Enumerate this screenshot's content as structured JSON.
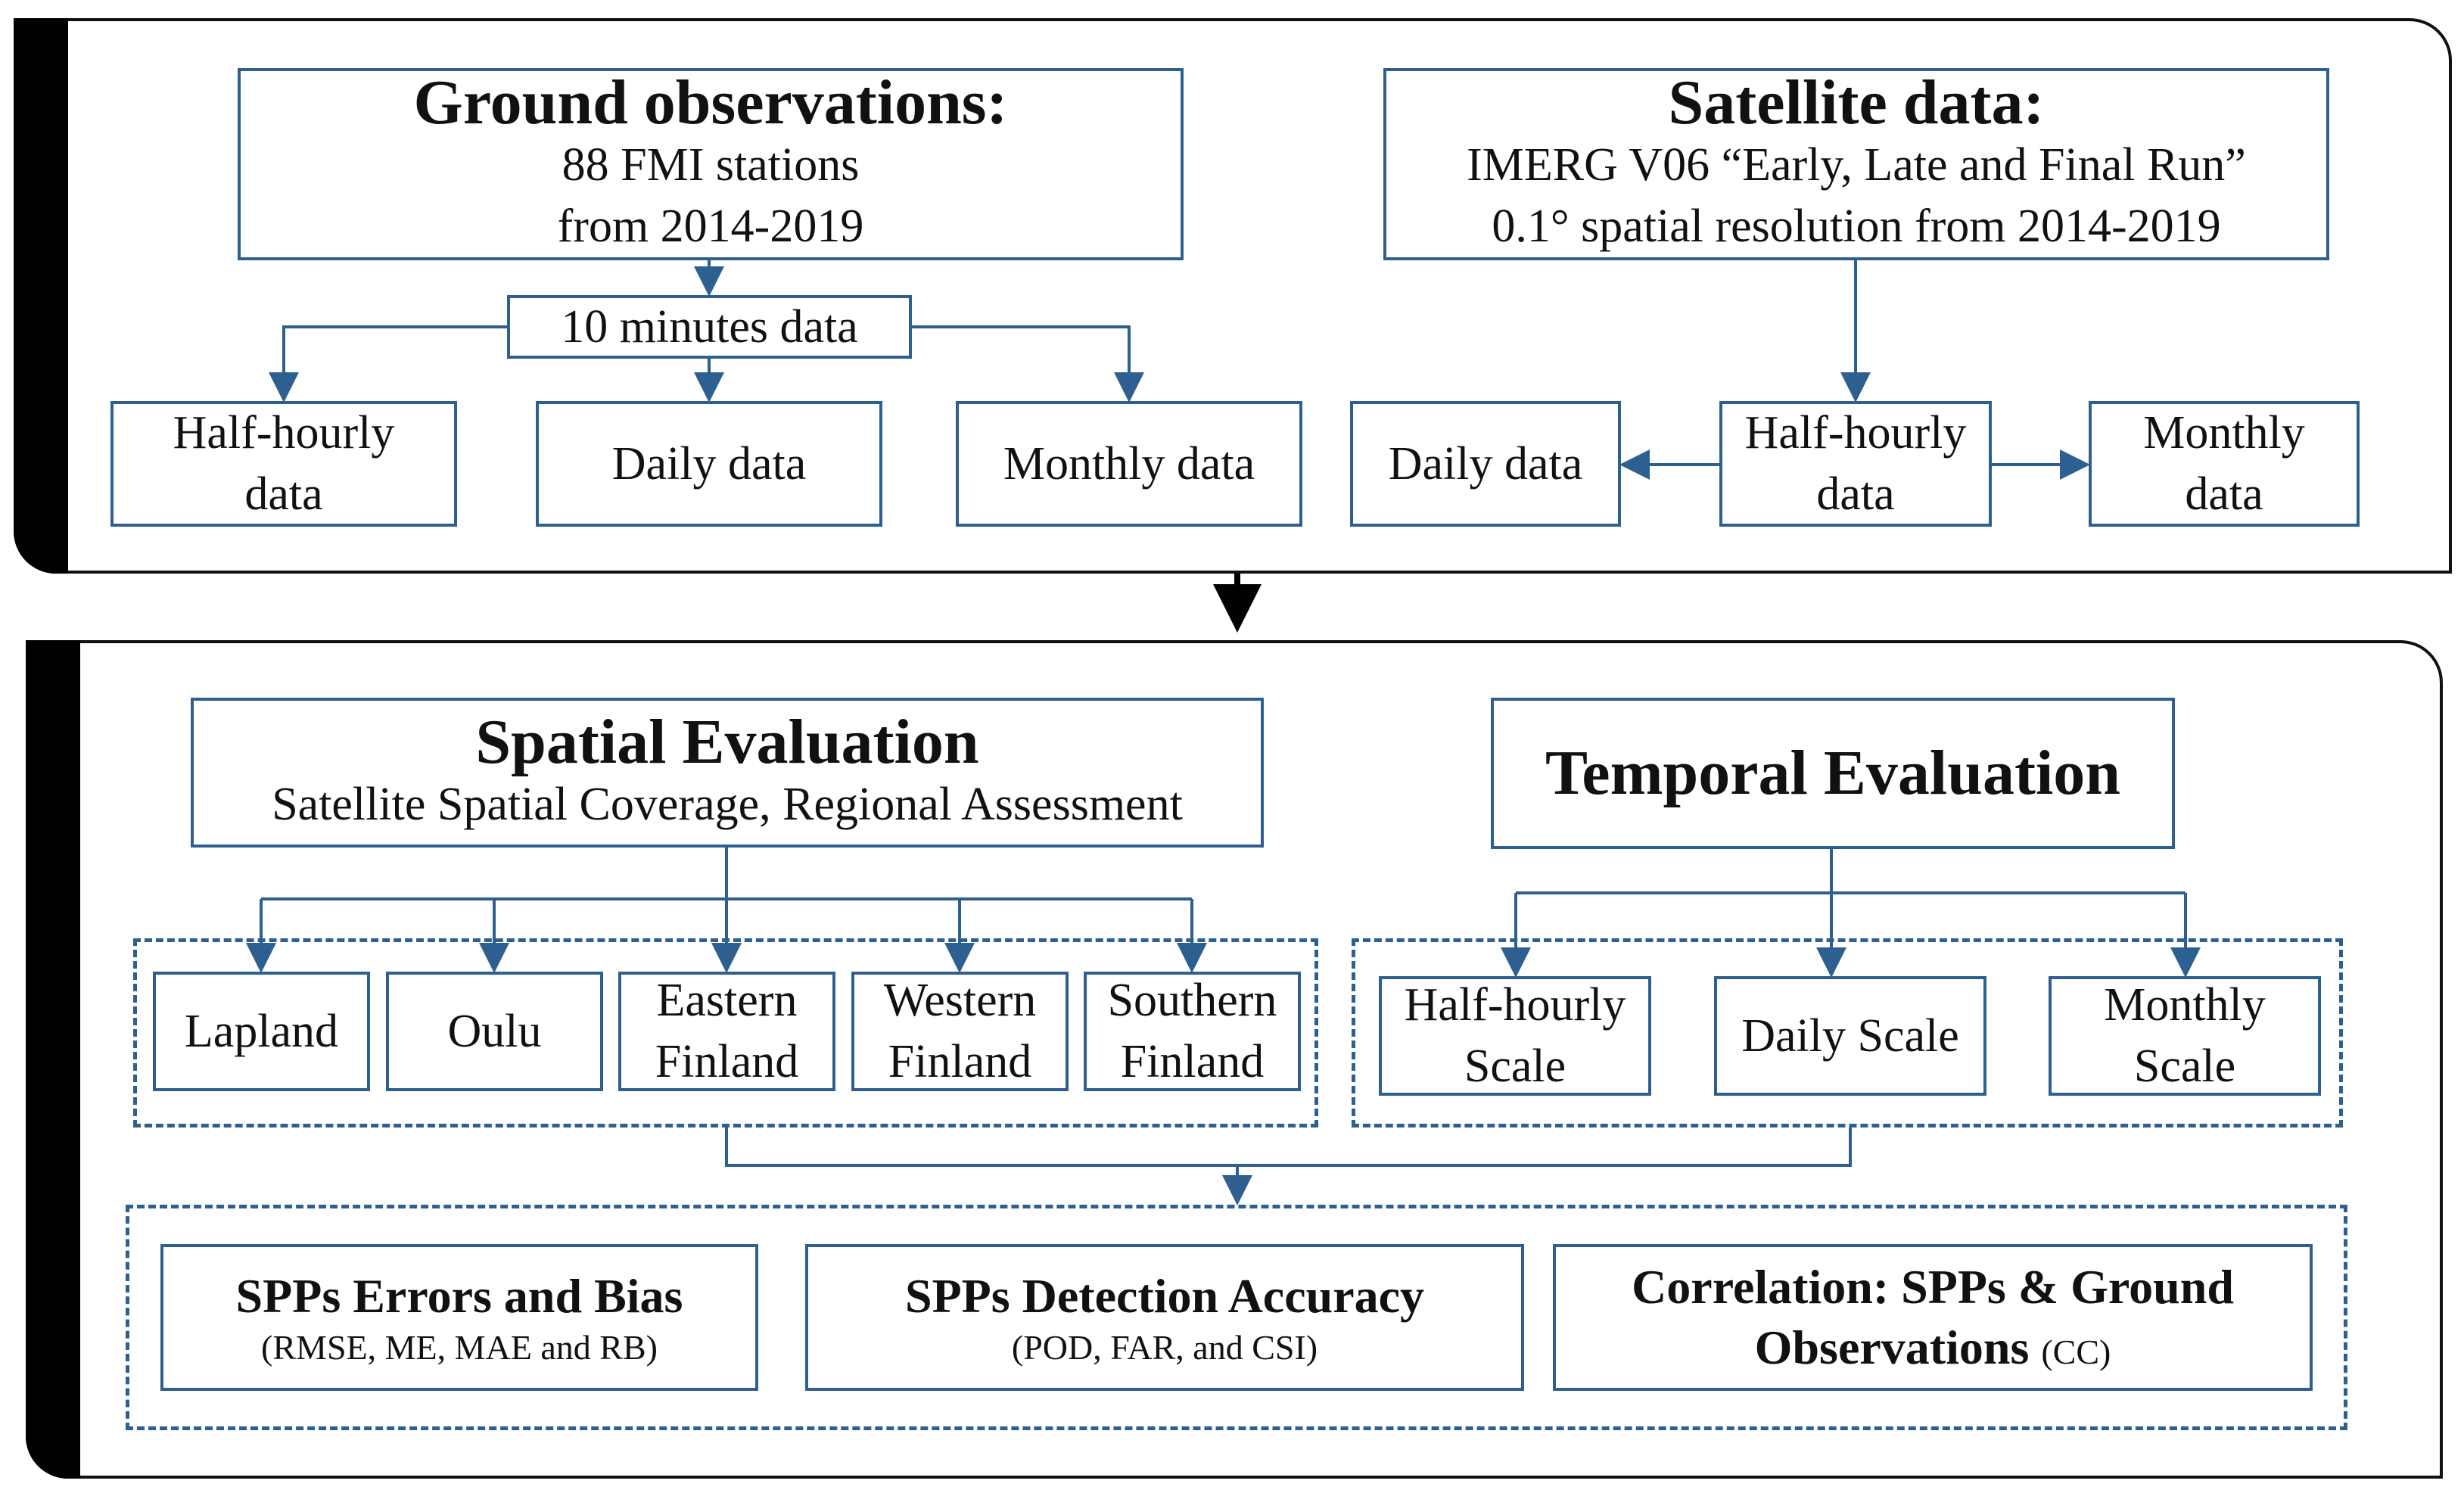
{
  "top": {
    "ground": {
      "title": "Ground observations:",
      "lines": [
        "88 FMI stations",
        "from 2014-2019"
      ]
    },
    "ten_minutes": "10 minutes data",
    "ground_outputs": [
      {
        "line1": "Half-hourly",
        "line2": "data"
      },
      {
        "line1": "Daily data",
        "line2": ""
      },
      {
        "line1": "Monthly data",
        "line2": ""
      }
    ],
    "satellite": {
      "title": "Satellite data:",
      "lines": [
        "IMERG V06 “Early, Late and Final Run”",
        "0.1° spatial resolution from 2014-2019"
      ]
    },
    "satellite_outputs": {
      "daily": "Daily data",
      "halfhourly": {
        "line1": "Half-hourly",
        "line2": "data"
      },
      "monthly": {
        "line1": "Monthly",
        "line2": "data"
      }
    }
  },
  "bottom": {
    "spatial": {
      "title": "Spatial Evaluation",
      "subtitle": "Satellite Spatial Coverage, Regional Assessment"
    },
    "temporal": {
      "title": "Temporal Evaluation"
    },
    "regions": [
      {
        "line1": "Lapland",
        "line2": ""
      },
      {
        "line1": "Oulu",
        "line2": ""
      },
      {
        "line1": "Eastern",
        "line2": "Finland"
      },
      {
        "line1": "Western",
        "line2": "Finland"
      },
      {
        "line1": "Southern",
        "line2": "Finland"
      }
    ],
    "scales": [
      {
        "line1": "Half-hourly",
        "line2": "Scale"
      },
      {
        "line1": "Daily Scale",
        "line2": ""
      },
      {
        "line1": "Monthly",
        "line2": "Scale"
      }
    ],
    "metrics": {
      "errors": {
        "title": "SPPs Errors and Bias",
        "detail": "(RMSE, ME, MAE and RB)"
      },
      "detection": {
        "title": "SPPs Detection Accuracy",
        "detail": "(POD, FAR, and CSI)"
      },
      "correlation": {
        "line1": "Correlation: SPPs & Ground",
        "line2": "Observations",
        "detail": "(CC)"
      }
    }
  },
  "colors": {
    "box_border": "#2e5f91",
    "arrow": "#2e5f91",
    "panel_border": "#111111"
  }
}
